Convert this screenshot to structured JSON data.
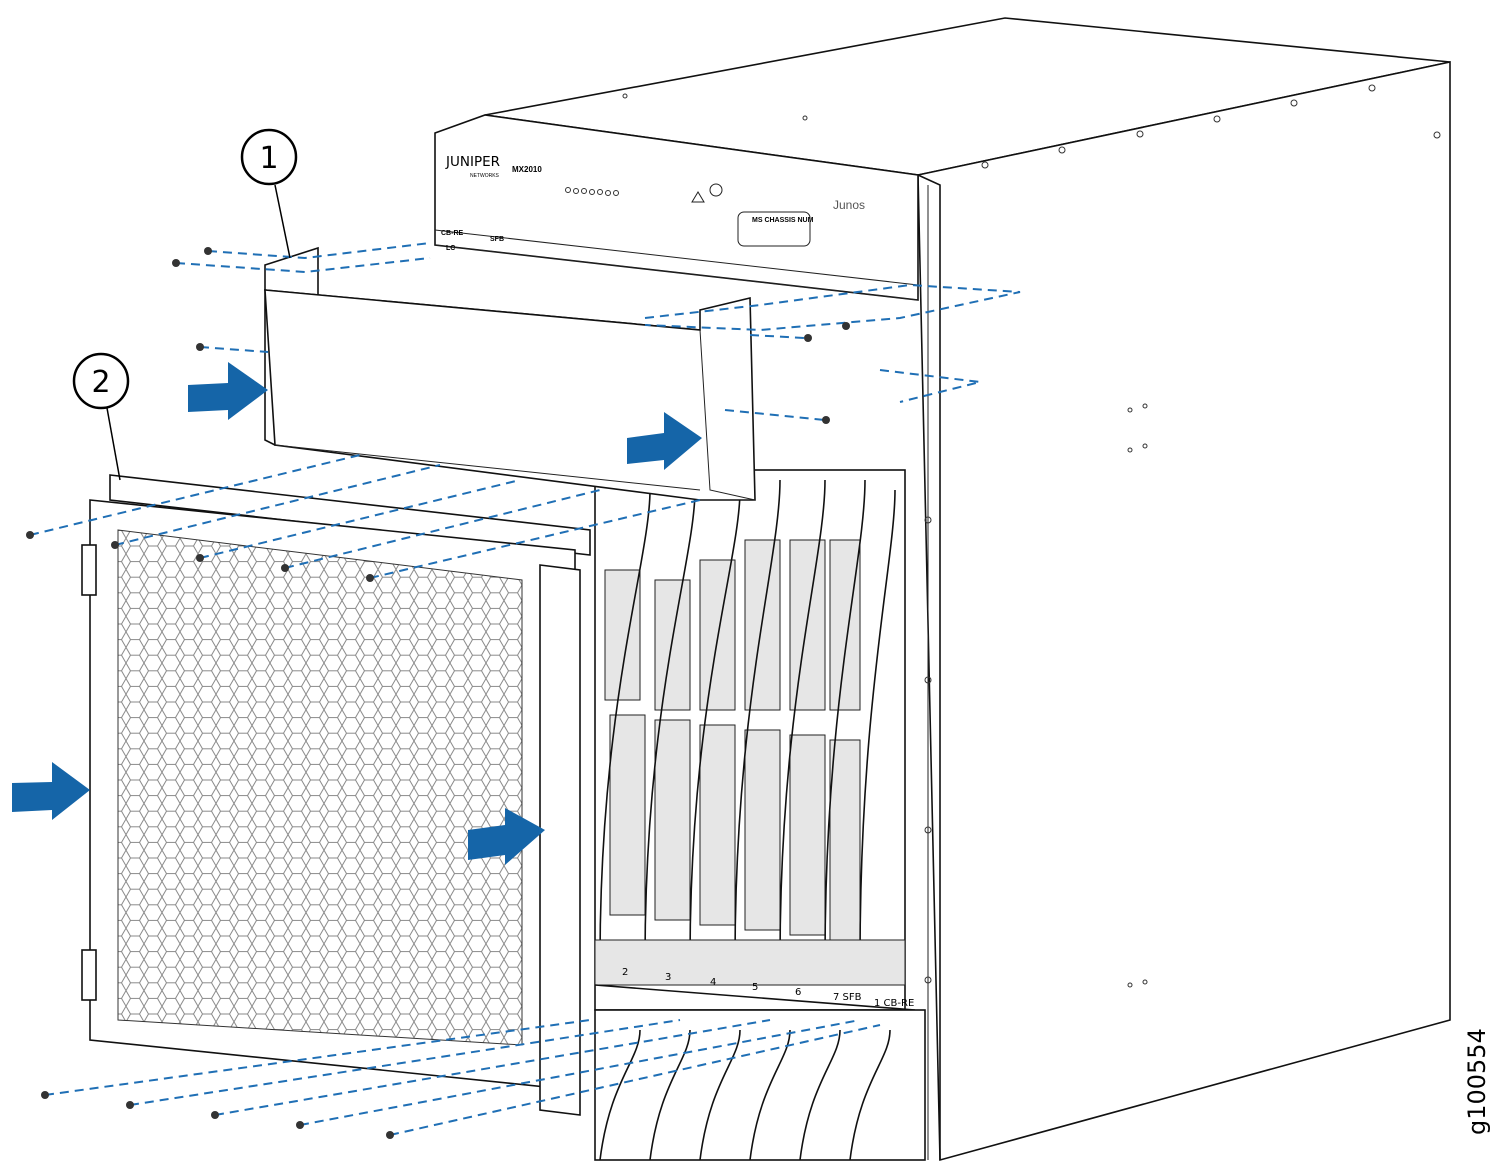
{
  "figure_id": "g100554",
  "callouts": [
    "1",
    "2"
  ],
  "chassis": {
    "brand": "JUNIPER",
    "brand_sub": "NETWORKS",
    "model": "MX2010",
    "os_logo": "Junos",
    "craft_labels": {
      "cb_re": "CB-RE",
      "sfb": "SFB",
      "lc": "LC"
    },
    "module_label": "MS CHASSIS NUM"
  },
  "slot_labels": [
    "2",
    "3",
    "4",
    "5",
    "6",
    "7 SFB",
    "1 CB-RE"
  ],
  "colors": {
    "arrow": "#1565a8",
    "dashed_line": "#1f6fb5",
    "line": "#111111"
  }
}
